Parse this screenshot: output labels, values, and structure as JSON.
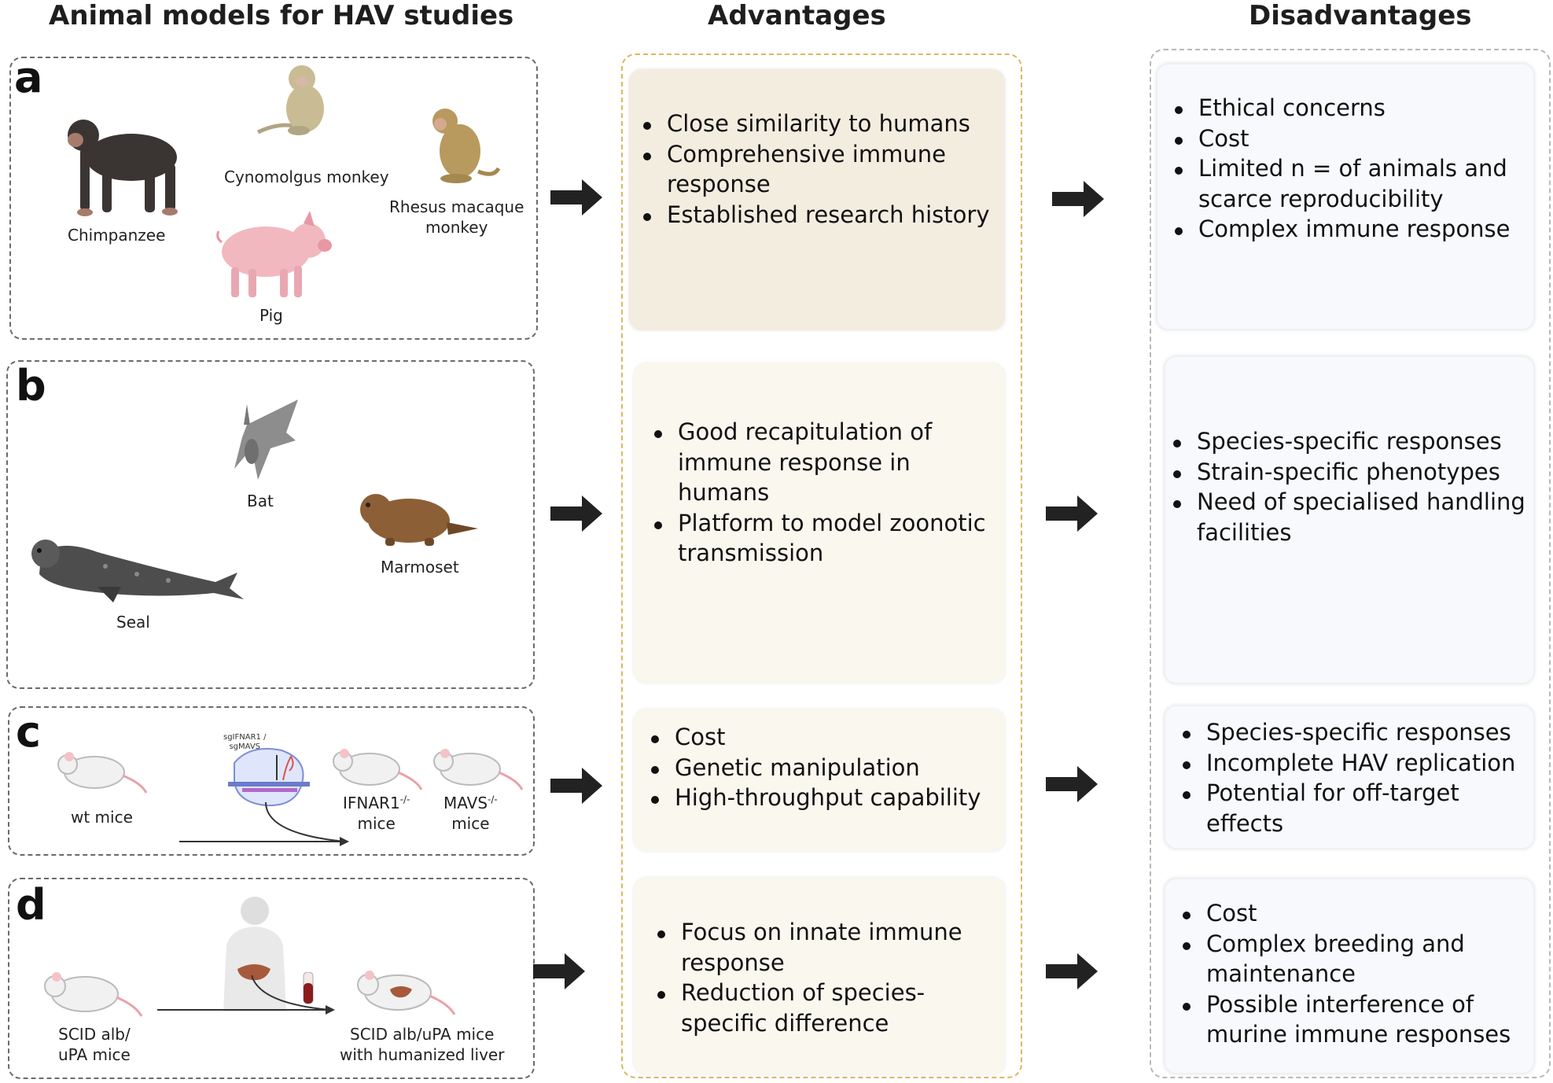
{
  "headers": {
    "models": "Animal models for HAV studies",
    "advantages": "Advantages",
    "disadvantages": "Disadvantages"
  },
  "panels": {
    "a": {
      "letter": "a",
      "animals": {
        "chimpanzee": "Chimpanzee",
        "cynomolgus": "Cynomolgus monkey",
        "rhesus_line1": "Rhesus macaque",
        "rhesus_line2": "monkey",
        "pig": "Pig"
      },
      "advantages": [
        "Close similarity to humans",
        "Comprehensive immune response",
        "Established research history"
      ],
      "disadvantages": [
        "Ethical concerns",
        "Cost",
        "Limited n = of animals and scarce reproducibility",
        "Complex immune response"
      ]
    },
    "b": {
      "letter": "b",
      "animals": {
        "bat": "Bat",
        "marmoset": "Marmoset",
        "seal": "Seal"
      },
      "advantages": [
        "Good recapitulation of immune response in humans",
        "Platform to model zoonotic transmission"
      ],
      "disadvantages": [
        "Species-specific responses",
        "Strain-specific phenotypes",
        "Need of specialised handling facilities"
      ]
    },
    "c": {
      "letter": "c",
      "labels": {
        "wt": "wt mice",
        "sg_line1": "sgIFNAR1 /",
        "sg_line2": "sgMAVS",
        "ifnar_base": "IFNAR1",
        "ifnar_sup": "-/-",
        "mavs_base": "MAVS",
        "mavs_sup": "-/-",
        "mice": "mice"
      },
      "advantages": [
        "Cost",
        "Genetic manipulation",
        "High-throughput capability"
      ],
      "disadvantages": [
        "Species-specific responses",
        "Incomplete HAV replication",
        "Potential for off-target effects"
      ]
    },
    "d": {
      "letter": "d",
      "labels": {
        "scid_line1": "SCID alb/",
        "scid_line2": "uPA mice",
        "hum_line1": "SCID alb/uPA mice",
        "hum_line2": "with humanized liver"
      },
      "advantages": [
        "Focus on innate immune response",
        "Reduction of species-specific difference"
      ],
      "disadvantages": [
        "Cost",
        "Complex breeding and maintenance",
        "Possible interference of murine immune responses"
      ]
    }
  },
  "colors": {
    "advantages_border": "#e0b45e",
    "advantages_fill": "#faf7ef",
    "disadvantages_fill": "#f8f9fc",
    "arrow": "#222222"
  }
}
